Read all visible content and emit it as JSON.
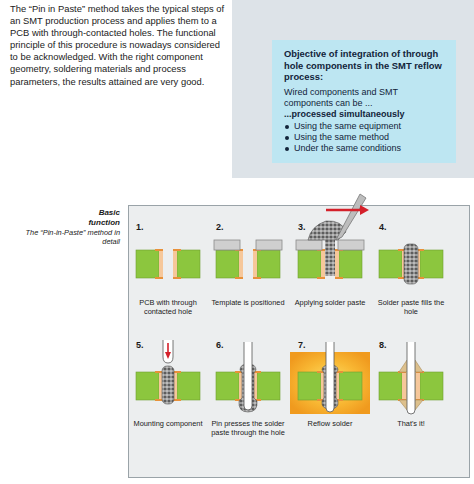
{
  "diagram": {
    "nodes": [
      {
        "text": [
          "Objective of integration of through hole components in the SMT reflow process:",
          "Wired components and SMT components can be ...",
          "...processed simultaneously",
          "Using the same equipment",
          "Using the same method",
          "Under the same conditions"
        ]
      }
    ],
    "labels": [
      "The “Pin in Paste” method takes the typical steps of an SMT production process and applies them to a PCB with through-contacted holes. The functional principle of this procedure is nowadays considered to be acknowledged. With the right component geometry, soldering materials and process parameters, the results attained are very good.",
      "Basic function",
      "The “Pin-in-Paste” method in detail",
      "1.",
      "PCB with through contacted hole",
      "2.",
      "Template is positioned",
      "3.",
      "Applying solder paste",
      "4.",
      "Solder paste fills the hole",
      "5.",
      "Mounting component",
      "6.",
      "Pin presses the solder paste through the hole",
      "7.",
      "Reflow solder",
      "8.",
      "That's it!"
    ]
  }
}
